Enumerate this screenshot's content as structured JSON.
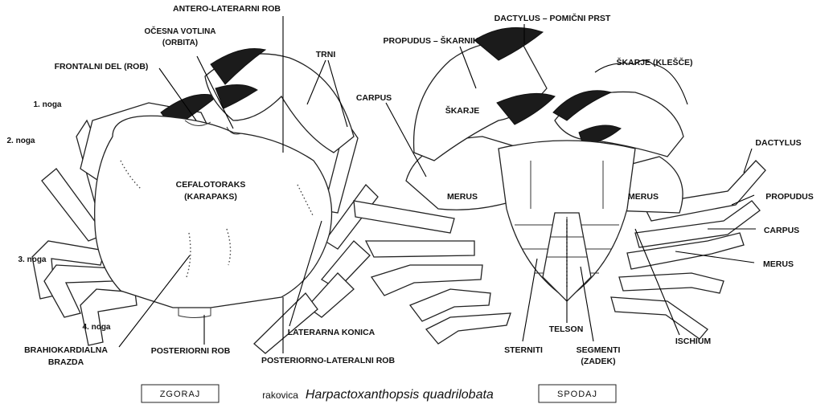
{
  "dorsal_labels": {
    "antero_lateral": "ANTERO-LATERARNI ROB",
    "orbita_line1": "OČESNA VOTLINA",
    "orbita_line2": "(ORBITA)",
    "frontal": "FRONTALNI DEL (ROB)",
    "trni": "TRNI",
    "leg1": "1. noga",
    "leg2": "2. noga",
    "leg3": "3. noga",
    "leg4": "4. noga",
    "carapace_line1": "CEFALOTORAKS",
    "carapace_line2": "(KARAPAKS)",
    "groove_line1": "BRAHIOKARDIALNA",
    "groove_line2": "BRAZDA",
    "posterior": "POSTERIORNI ROB",
    "lateral_spine": "LATERARNA KONICA",
    "postero_lateral": "POSTERIORNO-LATERALNI ROB"
  },
  "ventral_labels": {
    "dactylus_claw": "DACTYLUS – POMIČNI PRST",
    "propudus_claw": "PROPUDUS – ŠKARNIK",
    "skarje_klesce": "ŠKARJE (KLEŠČE)",
    "carpus_claw": "CARPUS",
    "skarje": "ŠKARJE",
    "merus_left": "MERUS",
    "merus_right": "MERUS",
    "dactylus": "DACTYLUS",
    "propudus": "PROPUDUS",
    "carpus": "CARPUS",
    "merus": "MERUS",
    "ischium": "ISCHIUM",
    "telson": "TELSON",
    "sterniti": "STERNITI",
    "segmenti_line1": "SEGMENTI",
    "segmenti_line2": "(ZADEK)"
  },
  "footer": {
    "box_left": "ZGORAJ",
    "box_right": "SPODAJ",
    "caption_prefix": "rakovica",
    "caption_species": "Harpactoxanthopsis quadrilobata"
  }
}
